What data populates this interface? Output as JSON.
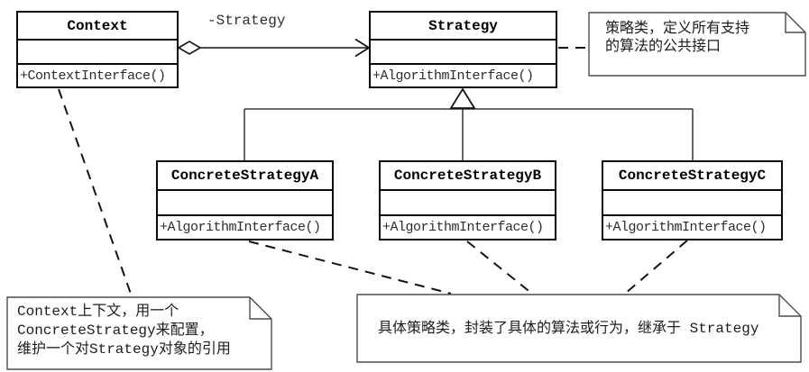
{
  "diagram": {
    "title_semantic": "Strategy design pattern UML class diagram",
    "classes": [
      {
        "id": "context",
        "name": "Context",
        "attributes": "",
        "method": "+ContextInterface()"
      },
      {
        "id": "strategy",
        "name": "Strategy",
        "attributes": "",
        "method": "+AlgorithmInterface()"
      },
      {
        "id": "concreteA",
        "name": "ConcreteStrategyA",
        "attributes": "",
        "method": "+AlgorithmInterface()"
      },
      {
        "id": "concreteB",
        "name": "ConcreteStrategyB",
        "attributes": "",
        "method": "+AlgorithmInterface()"
      },
      {
        "id": "concreteC",
        "name": "ConcreteStrategyC",
        "attributes": "",
        "method": "+AlgorithmInterface()"
      }
    ],
    "relationships": {
      "aggregation": {
        "from": "Context",
        "to": "Strategy",
        "label": "-Strategy",
        "end_marker": "open-arrow",
        "start_marker": "hollow-diamond"
      },
      "inheritance": {
        "parent": "Strategy",
        "children": [
          "ConcreteStrategyA",
          "ConcreteStrategyB",
          "ConcreteStrategyC"
        ],
        "marker": "hollow-triangle"
      }
    },
    "notes": {
      "strategy_note": {
        "lines": [
          "策略类，定义所有支持",
          "的算法的公共接口"
        ],
        "anchored_to": "Strategy"
      },
      "context_note": {
        "lines": [
          "Context上下文，用一个",
          "ConcreteStrategy来配置，",
          "维护一个对Strategy对象的引用"
        ],
        "anchored_to": "Context"
      },
      "concrete_note": {
        "lines": [
          "具体策略类，封装了具体的算法或行为，继承于 Strategy"
        ],
        "anchored_to": "ConcreteStrategyA, ConcreteStrategyB, ConcreteStrategyC"
      }
    },
    "colors": {
      "background": "#ffffff",
      "class_border": "#0a0a0a",
      "note_border": "#4d4d4d",
      "connector": "#141414",
      "title_text": "#000000",
      "method_text": "#2d2d2d"
    }
  }
}
